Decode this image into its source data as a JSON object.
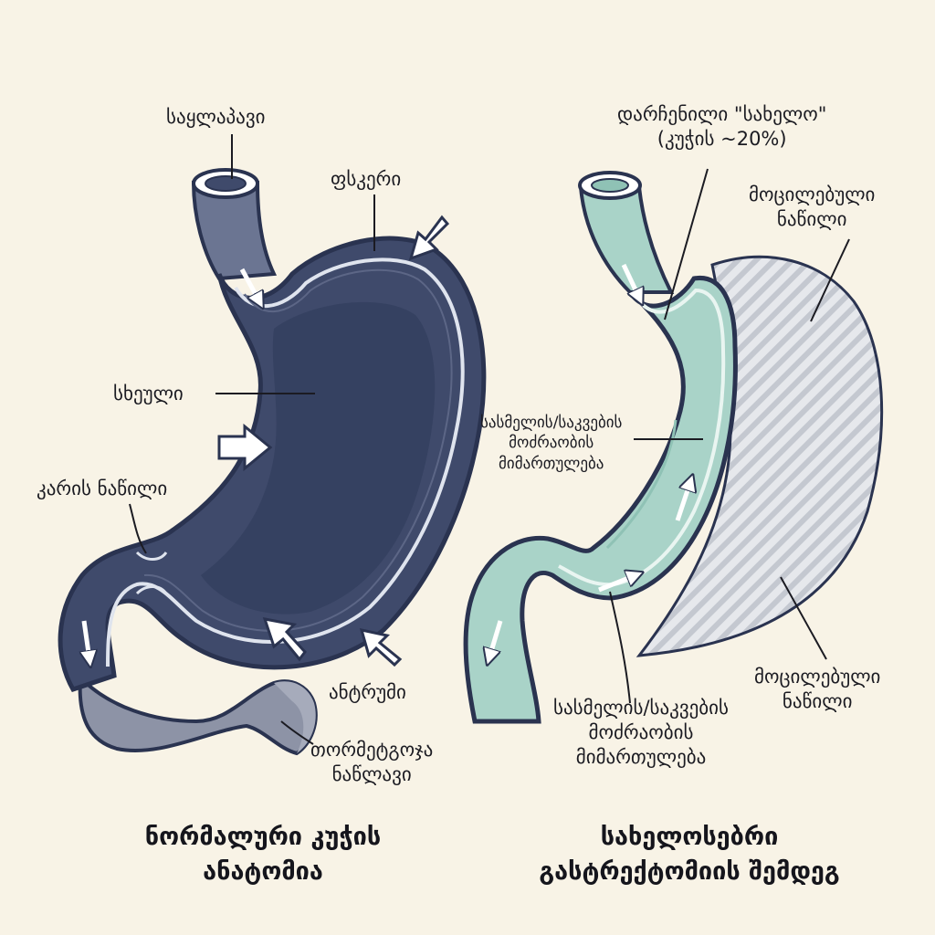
{
  "left_panel": {
    "caption_line1": "ნორმალური კუჭის",
    "caption_line2": "ანატომია",
    "labels": {
      "esophagus": "საყლაპავი",
      "fundus": "ფსკერი",
      "body": "სხეული",
      "pylorus": "კარის ნაწილი",
      "antrum": "ანტრუმი",
      "duodenum_line1": "თორმეტგოჯა",
      "duodenum_line2": "ნაწლავი"
    }
  },
  "right_panel": {
    "caption_line1": "სახელოსებრი",
    "caption_line2": "გასტრექტომიის შემდეგ",
    "labels": {
      "sleeve_line1": "დარჩენილი \"სახელო\"",
      "sleeve_line2": "(კუჭის ~20%)",
      "removed_top_line1": "მოცილებული",
      "removed_top_line2": "ნაწილი",
      "removed_bottom_line1": "მოცილებული",
      "removed_bottom_line2": "ნაწილი",
      "flow_mid_line1": "სასმელის/საკვების",
      "flow_mid_line2": "მოძრაობის",
      "flow_mid_line3": "მიმართულება",
      "flow_low_line1": "სასმელის/საკვების",
      "flow_low_line2": "მოძრაობის",
      "flow_low_line3": "მიმართულება"
    }
  },
  "colors": {
    "background": "#f8f3e6",
    "normal_stomach": "#3f4a6b",
    "duodenum": "#8d93a6",
    "sleeve": "#a9d3c8",
    "removed_part": "#d9dbe0",
    "outline": "#2a3350"
  }
}
